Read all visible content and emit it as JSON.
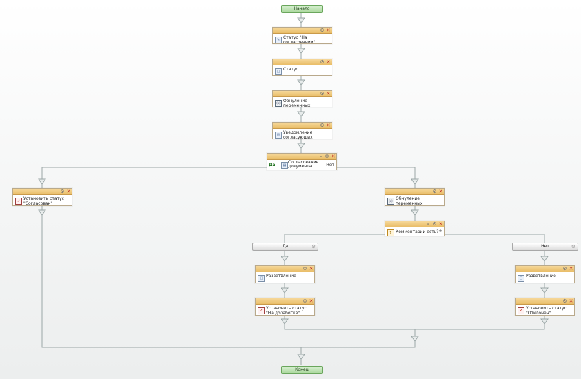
{
  "start_label": "Начало",
  "end_label": "Конец",
  "controls": {
    "gear": "⚙",
    "close": "✕",
    "minimize": "–",
    "plus": "+"
  },
  "nodes": {
    "status_on_approval": {
      "label": "Статус \"На согласовании\""
    },
    "status": {
      "label": "Статус"
    },
    "reset_vars_1": {
      "label": "Обнуление переменных"
    },
    "notify_approvers": {
      "label": "Уведомление согласующих"
    },
    "approve_doc": {
      "label": "Согласование документа",
      "yes": "Да",
      "no": "Нет"
    },
    "set_status_approved": {
      "label": "Установить статус \"Согласован\""
    },
    "reset_vars_2": {
      "label": "Обнуление переменных"
    },
    "has_comments": {
      "label": "Комментарии есть?"
    },
    "branch_yes": {
      "label": "Да"
    },
    "branch_no": {
      "label": "Нет"
    },
    "branching_left": {
      "label": "Разветвление"
    },
    "branching_right": {
      "label": "Разветвление"
    },
    "set_status_rework": {
      "label": "Установить статус \"На доработке\""
    },
    "set_status_rejected": {
      "label": "Установить статус \"Отклонен\""
    }
  },
  "icons": {
    "edit": "✎",
    "generic": "□",
    "vars": "(x)",
    "mail": "✉",
    "doc": "▤",
    "check": "✔",
    "question": "?"
  }
}
